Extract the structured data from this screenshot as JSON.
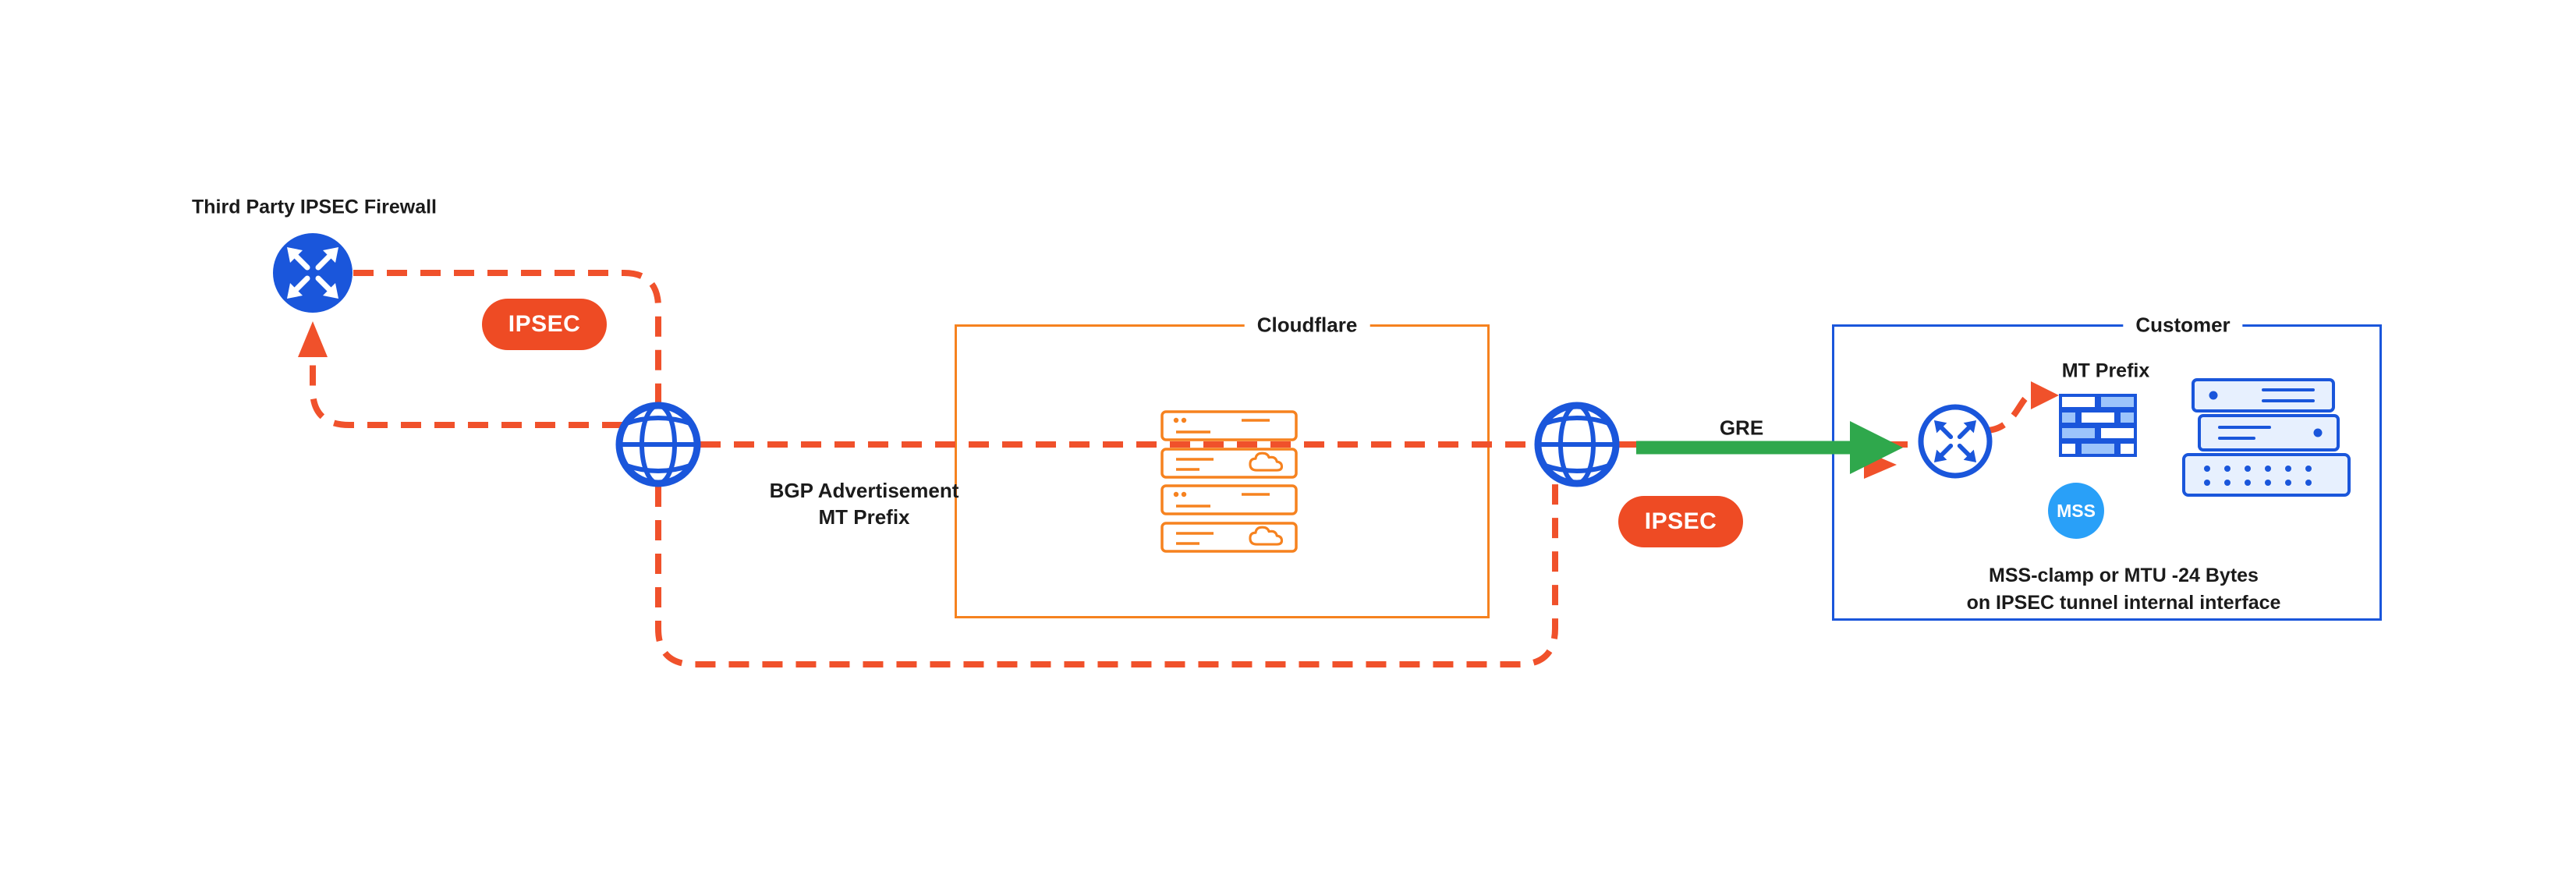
{
  "colors": {
    "dash": "#f0512b",
    "badge": "#ee4b24",
    "orange": "#f6821f",
    "blue": "#1a56db",
    "mss": "#29a0f8",
    "green": "#2fa84c",
    "server_fill": "#e7f0fe",
    "brick_fill": "#9cc4fb",
    "ink": "#1b1b1b"
  },
  "labels": {
    "third_party_firewall": "Third Party IPSEC Firewall",
    "bgp_line1": "BGP Advertisement",
    "bgp_line2": "MT Prefix",
    "cloudflare": "Cloudflare",
    "gre": "GRE",
    "customer": "Customer",
    "mt_prefix": "MT Prefix",
    "note_line1": "MSS-clamp or MTU -24 Bytes",
    "note_line2": "on IPSEC tunnel internal interface"
  },
  "badges": {
    "ipsec_left": "IPSEC",
    "ipsec_right": "IPSEC",
    "mss": "MSS"
  },
  "icons": {
    "router": "router-icon",
    "globe": "globe-icon",
    "server": "server-icon",
    "cloud": "cloud-icon",
    "firewall": "firewall-bricks-icon",
    "gre_arrow": "gre-arrow-icon",
    "up_arrow": "up-arrow-icon"
  }
}
